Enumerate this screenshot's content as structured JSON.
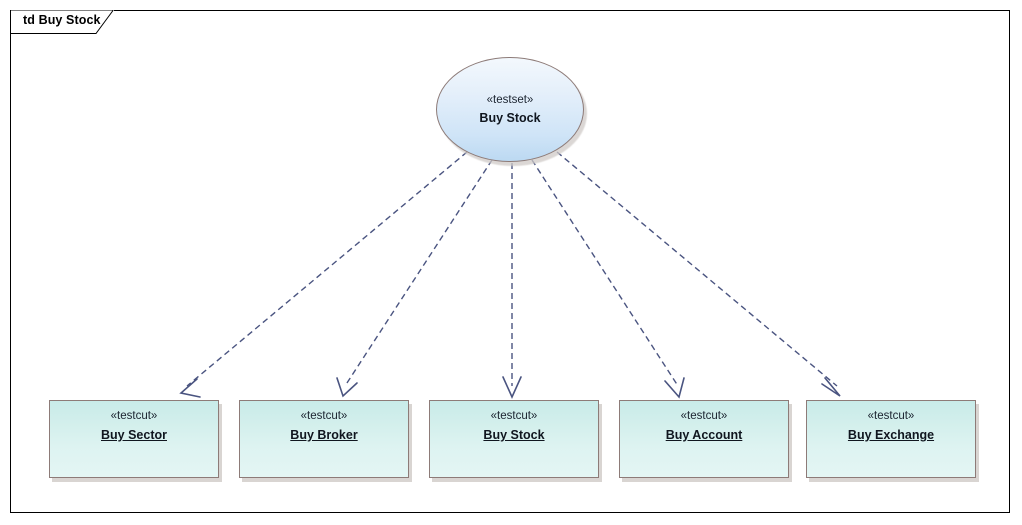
{
  "frame": {
    "label": "td Buy Stock",
    "border_color": "#000000"
  },
  "diagram": {
    "type": "uml-testing-diagram",
    "link_style": "dashed-dependency",
    "link_color": "#4a5480",
    "arrowhead": "open"
  },
  "root_node": {
    "kind": "ellipse",
    "stereotype": "«testset»",
    "name": "Buy Stock",
    "fill_top": "#f3f8fd",
    "fill_bottom": "#bcd9f2",
    "border_color": "#8d7b78"
  },
  "leaf_nodes": [
    {
      "kind": "rectangle",
      "stereotype": "«testcut»",
      "name": "Buy Sector",
      "fill_top": "#c8ebe9",
      "fill_bottom": "#e4f6f4",
      "border_color": "#8d7b78"
    },
    {
      "kind": "rectangle",
      "stereotype": "«testcut»",
      "name": "Buy Broker",
      "fill_top": "#c8ebe9",
      "fill_bottom": "#e4f6f4",
      "border_color": "#8d7b78"
    },
    {
      "kind": "rectangle",
      "stereotype": "«testcut»",
      "name": "Buy Stock",
      "fill_top": "#c8ebe9",
      "fill_bottom": "#e4f6f4",
      "border_color": "#8d7b78"
    },
    {
      "kind": "rectangle",
      "stereotype": "«testcut»",
      "name": "Buy Account",
      "fill_top": "#c8ebe9",
      "fill_bottom": "#e4f6f4",
      "border_color": "#8d7b78"
    },
    {
      "kind": "rectangle",
      "stereotype": "«testcut»",
      "name": "Buy Exchange",
      "fill_top": "#c8ebe9",
      "fill_bottom": "#e4f6f4",
      "border_color": "#8d7b78"
    }
  ]
}
